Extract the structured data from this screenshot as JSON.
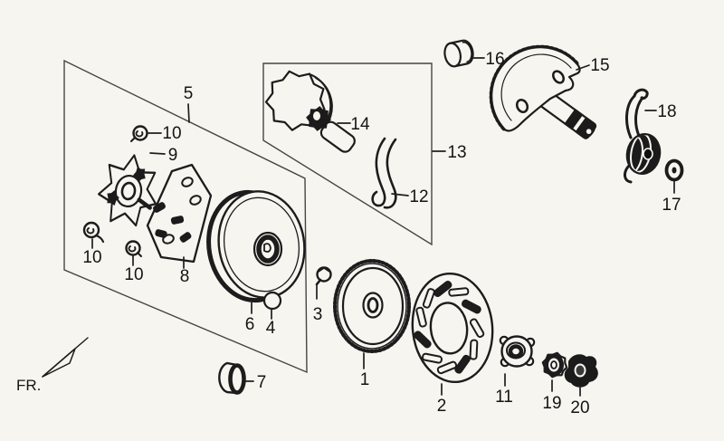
{
  "diagram": {
    "fr_label": "FR.",
    "callouts": [
      {
        "id": "5",
        "text": "5"
      },
      {
        "id": "10a",
        "text": "10"
      },
      {
        "id": "9",
        "text": "9"
      },
      {
        "id": "10b",
        "text": "10"
      },
      {
        "id": "10c",
        "text": "10"
      },
      {
        "id": "8",
        "text": "8"
      },
      {
        "id": "6",
        "text": "6"
      },
      {
        "id": "4",
        "text": "4"
      },
      {
        "id": "3",
        "text": "3"
      },
      {
        "id": "7",
        "text": "7"
      },
      {
        "id": "1",
        "text": "1"
      },
      {
        "id": "2",
        "text": "2"
      },
      {
        "id": "11",
        "text": "11"
      },
      {
        "id": "19",
        "text": "19"
      },
      {
        "id": "20",
        "text": "20"
      },
      {
        "id": "12",
        "text": "12"
      },
      {
        "id": "13",
        "text": "13"
      },
      {
        "id": "14",
        "text": "14"
      },
      {
        "id": "15",
        "text": "15"
      },
      {
        "id": "16",
        "text": "16"
      },
      {
        "id": "17",
        "text": "17"
      },
      {
        "id": "18",
        "text": "18"
      }
    ],
    "colors": {
      "background": "#f7f5ef",
      "ink": "#1c1c1c",
      "frame_line": "#454545"
    }
  }
}
